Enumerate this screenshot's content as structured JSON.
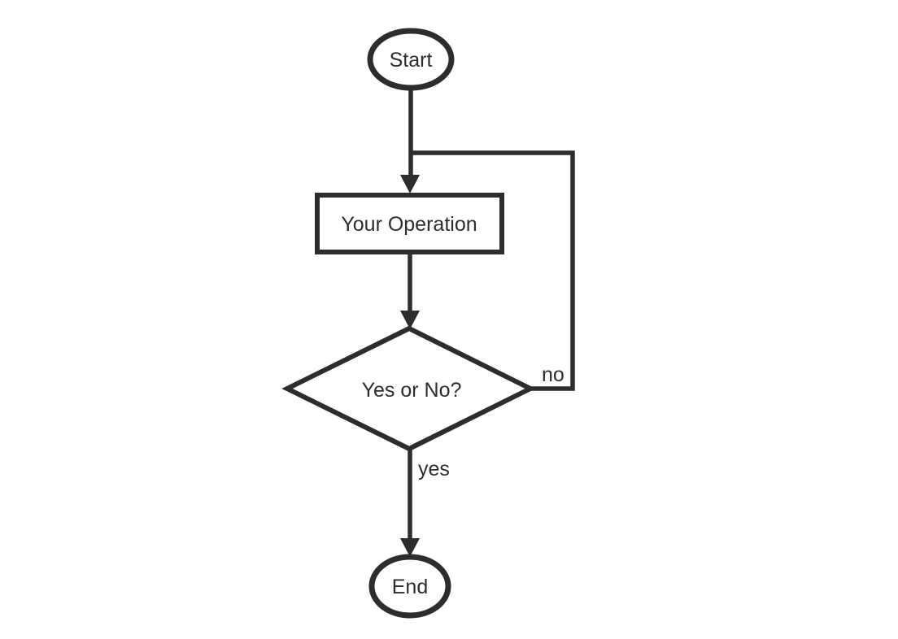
{
  "diagram": {
    "type": "flowchart",
    "colors": {
      "ink": "#2d2d2d",
      "background": "#ffffff"
    },
    "nodes": {
      "start": {
        "label": "Start",
        "shape": "terminator-ellipse"
      },
      "operation": {
        "label": "Your Operation",
        "shape": "process-rectangle"
      },
      "decision": {
        "label": "Yes or No?",
        "shape": "decision-diamond"
      },
      "end": {
        "label": "End",
        "shape": "terminator-ellipse"
      }
    },
    "edges": {
      "start_to_operation": {
        "label": ""
      },
      "operation_to_decision": {
        "label": ""
      },
      "decision_no_loop": {
        "label": "no"
      },
      "decision_yes_to_end": {
        "label": "yes"
      }
    }
  }
}
